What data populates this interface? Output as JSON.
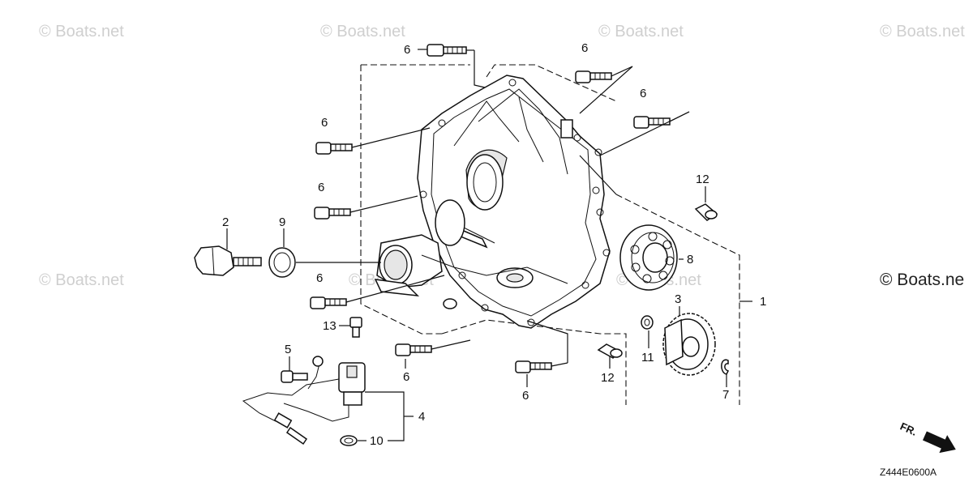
{
  "watermarks": [
    "© Boats.net",
    "© Boats.net",
    "© Boats.net",
    "© Boats.net",
    "© Boats.net",
    "© Boats.net",
    "© Boats.net",
    "© Boats.ne"
  ],
  "callouts": [
    "1",
    "2",
    "3",
    "4",
    "5",
    "6",
    "6",
    "6",
    "6",
    "6",
    "6",
    "6",
    "6",
    "7",
    "8",
    "9",
    "10",
    "11",
    "12",
    "12",
    "13"
  ],
  "direction_label": "FR.",
  "diagram_code": "Z444E0600A"
}
